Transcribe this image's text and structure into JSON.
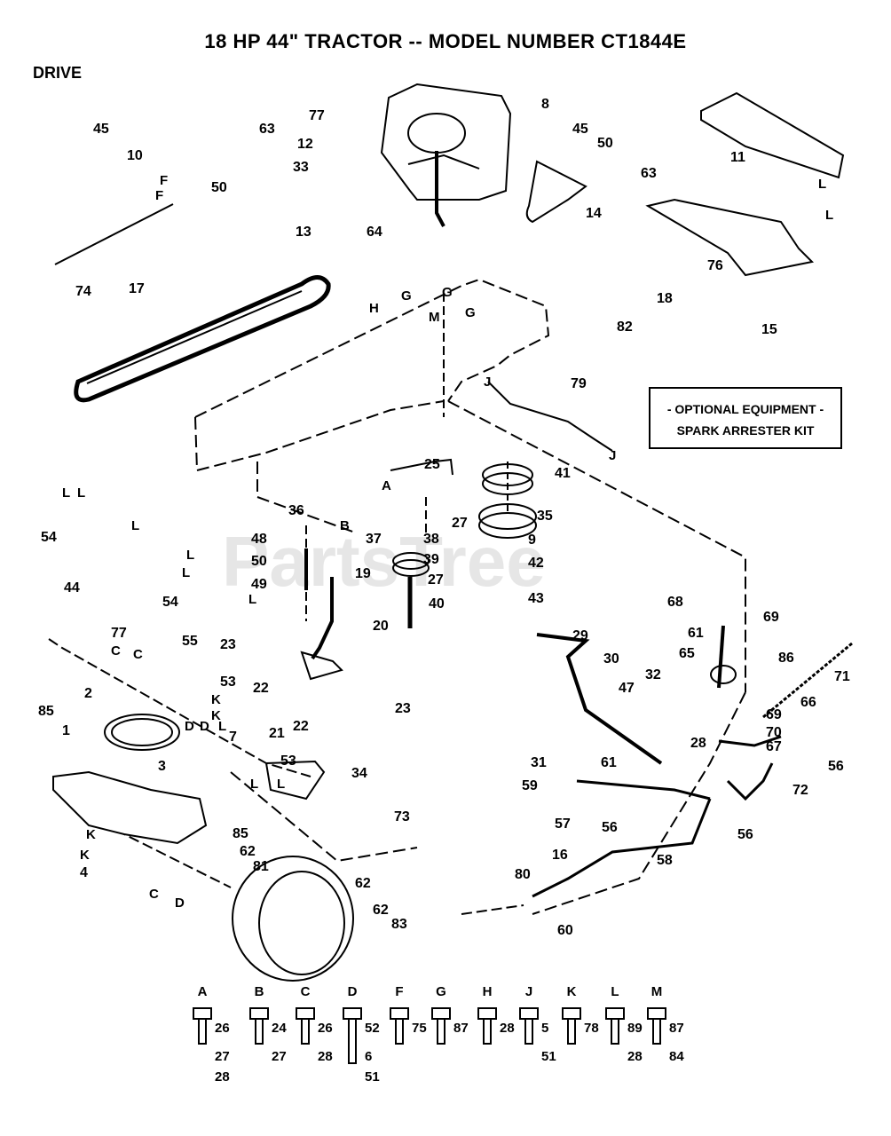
{
  "title": "18 HP 44\" TRACTOR -- MODEL NUMBER CT1844E",
  "section": "DRIVE",
  "optional_box": {
    "line1": "- OPTIONAL EQUIPMENT -",
    "line2": "SPARK ARRESTER KIT"
  },
  "watermark": "PartsTree",
  "part_labels": [
    "45",
    "10",
    "50",
    "63",
    "12",
    "33",
    "13",
    "64",
    "77",
    "8",
    "45",
    "50",
    "63",
    "14",
    "11",
    "15",
    "17",
    "74",
    "18",
    "82",
    "76",
    "79",
    "25",
    "41",
    "35",
    "36",
    "37",
    "27",
    "38",
    "39",
    "9",
    "42",
    "27",
    "40",
    "43",
    "54",
    "44",
    "48",
    "50",
    "19",
    "49",
    "20",
    "54",
    "77",
    "55",
    "53",
    "2",
    "1",
    "85",
    "3",
    "23",
    "22",
    "7",
    "21",
    "22",
    "23",
    "53",
    "34",
    "73",
    "85",
    "62",
    "81",
    "4",
    "29",
    "30",
    "32",
    "47",
    "31",
    "61",
    "59",
    "57",
    "56",
    "58",
    "16",
    "80",
    "60",
    "62",
    "62",
    "83",
    "68",
    "61",
    "65",
    "69",
    "86",
    "71",
    "66",
    "69",
    "70",
    "67",
    "28",
    "56",
    "72",
    "56"
  ],
  "letter_refs": [
    "F",
    "F",
    "H",
    "G",
    "M",
    "G",
    "G",
    "J",
    "J",
    "A",
    "B",
    "L",
    "L",
    "L",
    "L",
    "L",
    "L",
    "C",
    "C",
    "K",
    "K",
    "L",
    "L",
    "K",
    "K",
    "C",
    "D",
    "D",
    "D",
    "L",
    "L",
    "L"
  ],
  "hardware_legend": [
    {
      "letter": "A",
      "items": [
        "26",
        "27",
        "28"
      ]
    },
    {
      "letter": "B",
      "items": [
        "24",
        "27"
      ]
    },
    {
      "letter": "C",
      "items": [
        "26",
        "28"
      ]
    },
    {
      "letter": "D",
      "items": [
        "52",
        "6",
        "51"
      ]
    },
    {
      "letter": "F",
      "items": [
        "75"
      ]
    },
    {
      "letter": "G",
      "items": [
        "87"
      ]
    },
    {
      "letter": "H",
      "items": [
        "28"
      ]
    },
    {
      "letter": "J",
      "items": [
        "5",
        "51"
      ]
    },
    {
      "letter": "K",
      "items": [
        "78"
      ]
    },
    {
      "letter": "L",
      "items": [
        "89",
        "28"
      ]
    },
    {
      "letter": "M",
      "items": [
        "87",
        "84"
      ]
    }
  ]
}
